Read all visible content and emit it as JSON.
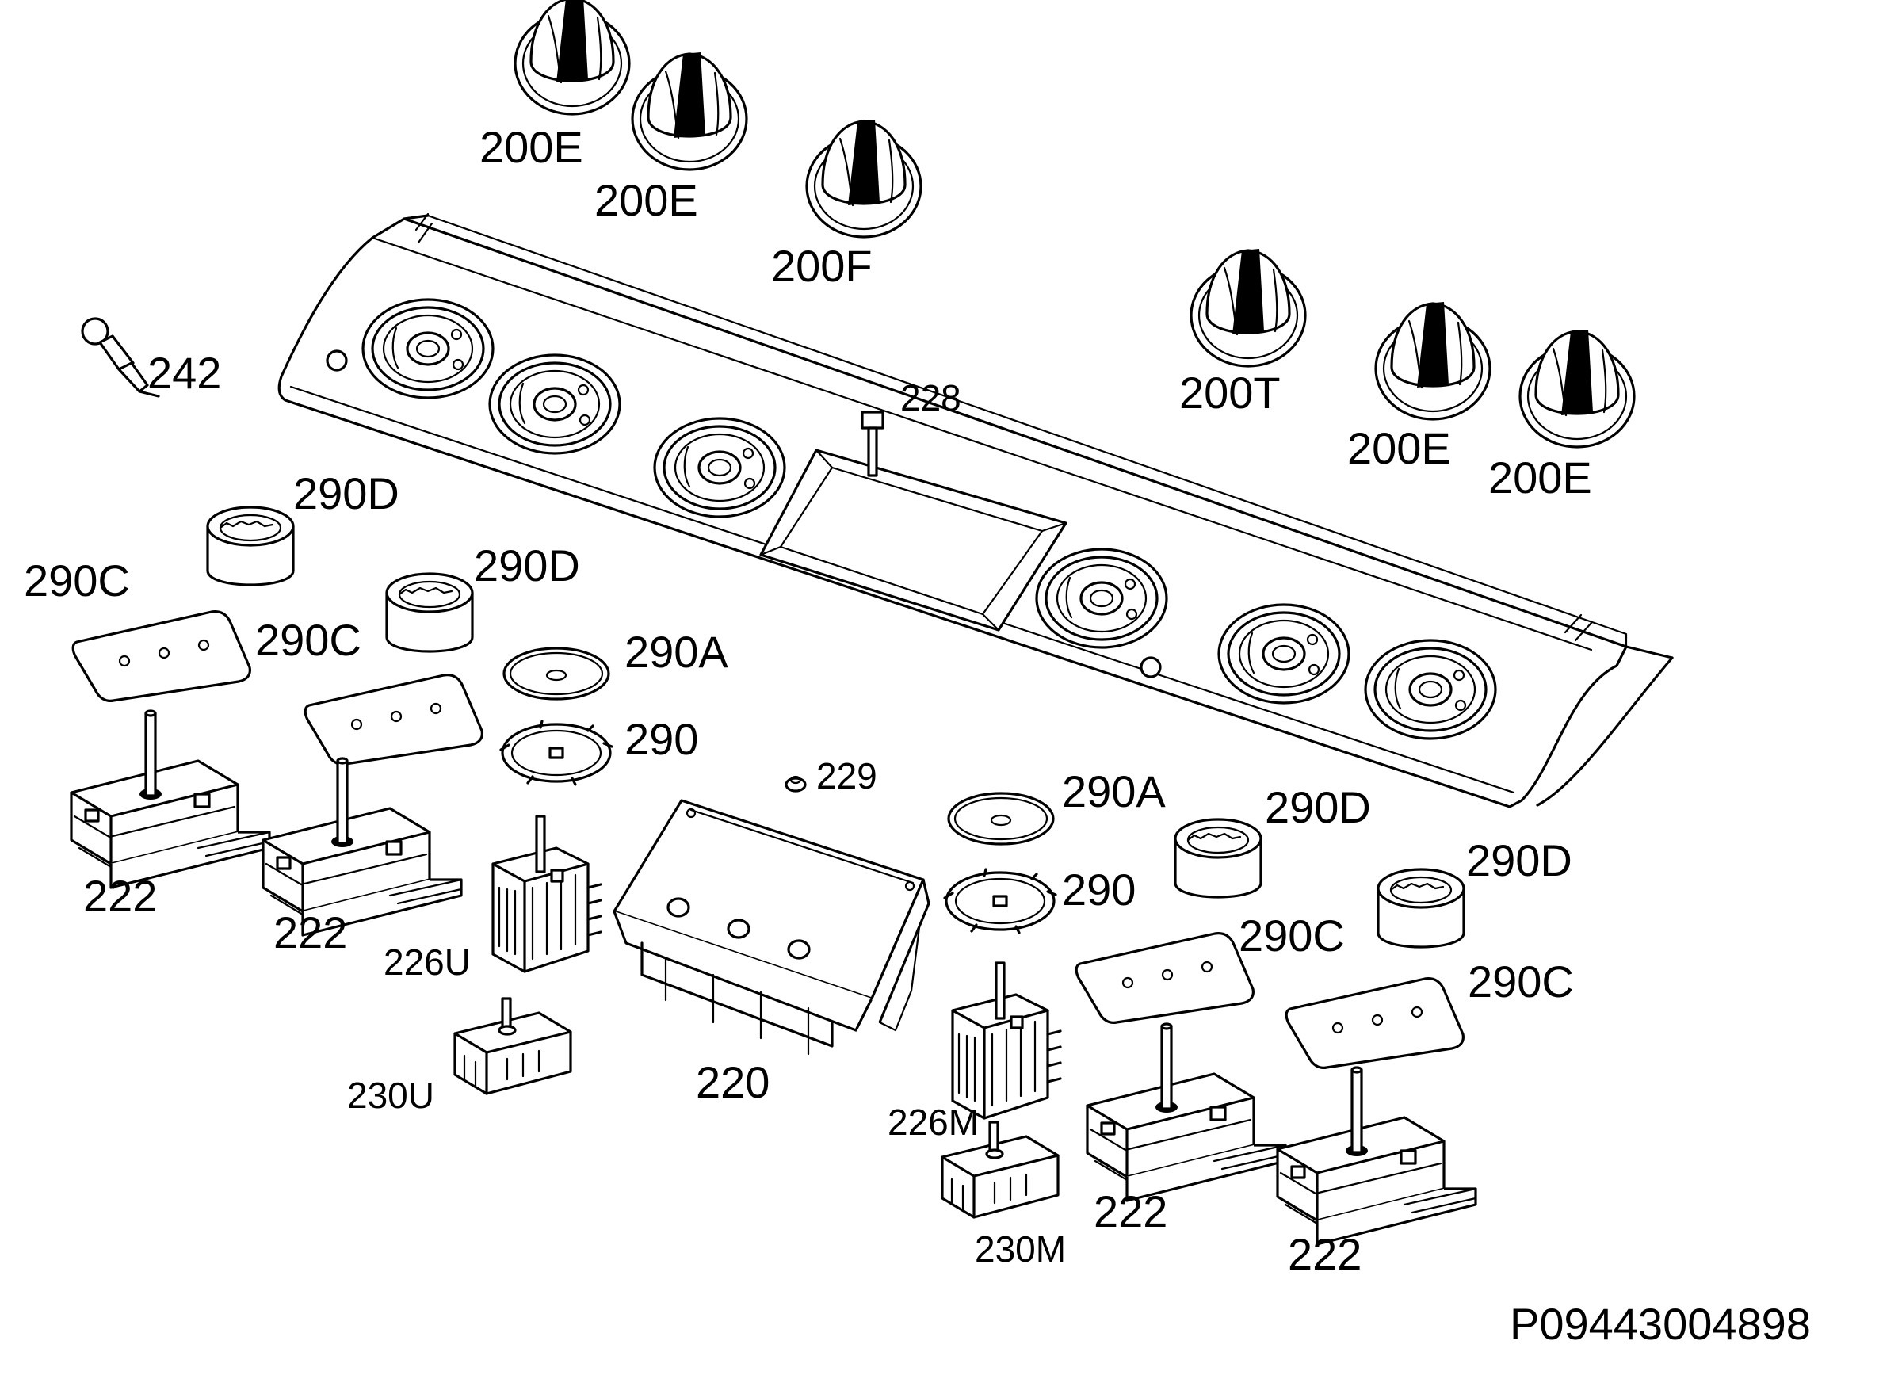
{
  "labels": {
    "knob_1": "200E",
    "knob_2": "200E",
    "knob_3": "200F",
    "knob_4": "200T",
    "knob_5": "200E",
    "knob_6": "200E",
    "lamp": "242",
    "screw": "228",
    "screw_small": "229",
    "bezel_1": "290D",
    "bezel_2": "290D",
    "bezel_3": "290D",
    "bezel_4": "290D",
    "plate_1": "290C",
    "plate_2": "290C",
    "plate_3": "290C",
    "plate_4": "290C",
    "disc_1": "290A",
    "disc_2": "290A",
    "ring_1": "290",
    "ring_2": "290",
    "switch_1": "222",
    "switch_2": "222",
    "switch_3": "222",
    "switch_4": "222",
    "selector_u": "226U",
    "selector_m": "226M",
    "thermostat_u": "230U",
    "thermostat_m": "230M",
    "timer": "220"
  },
  "diagram_code": "P09443004898"
}
